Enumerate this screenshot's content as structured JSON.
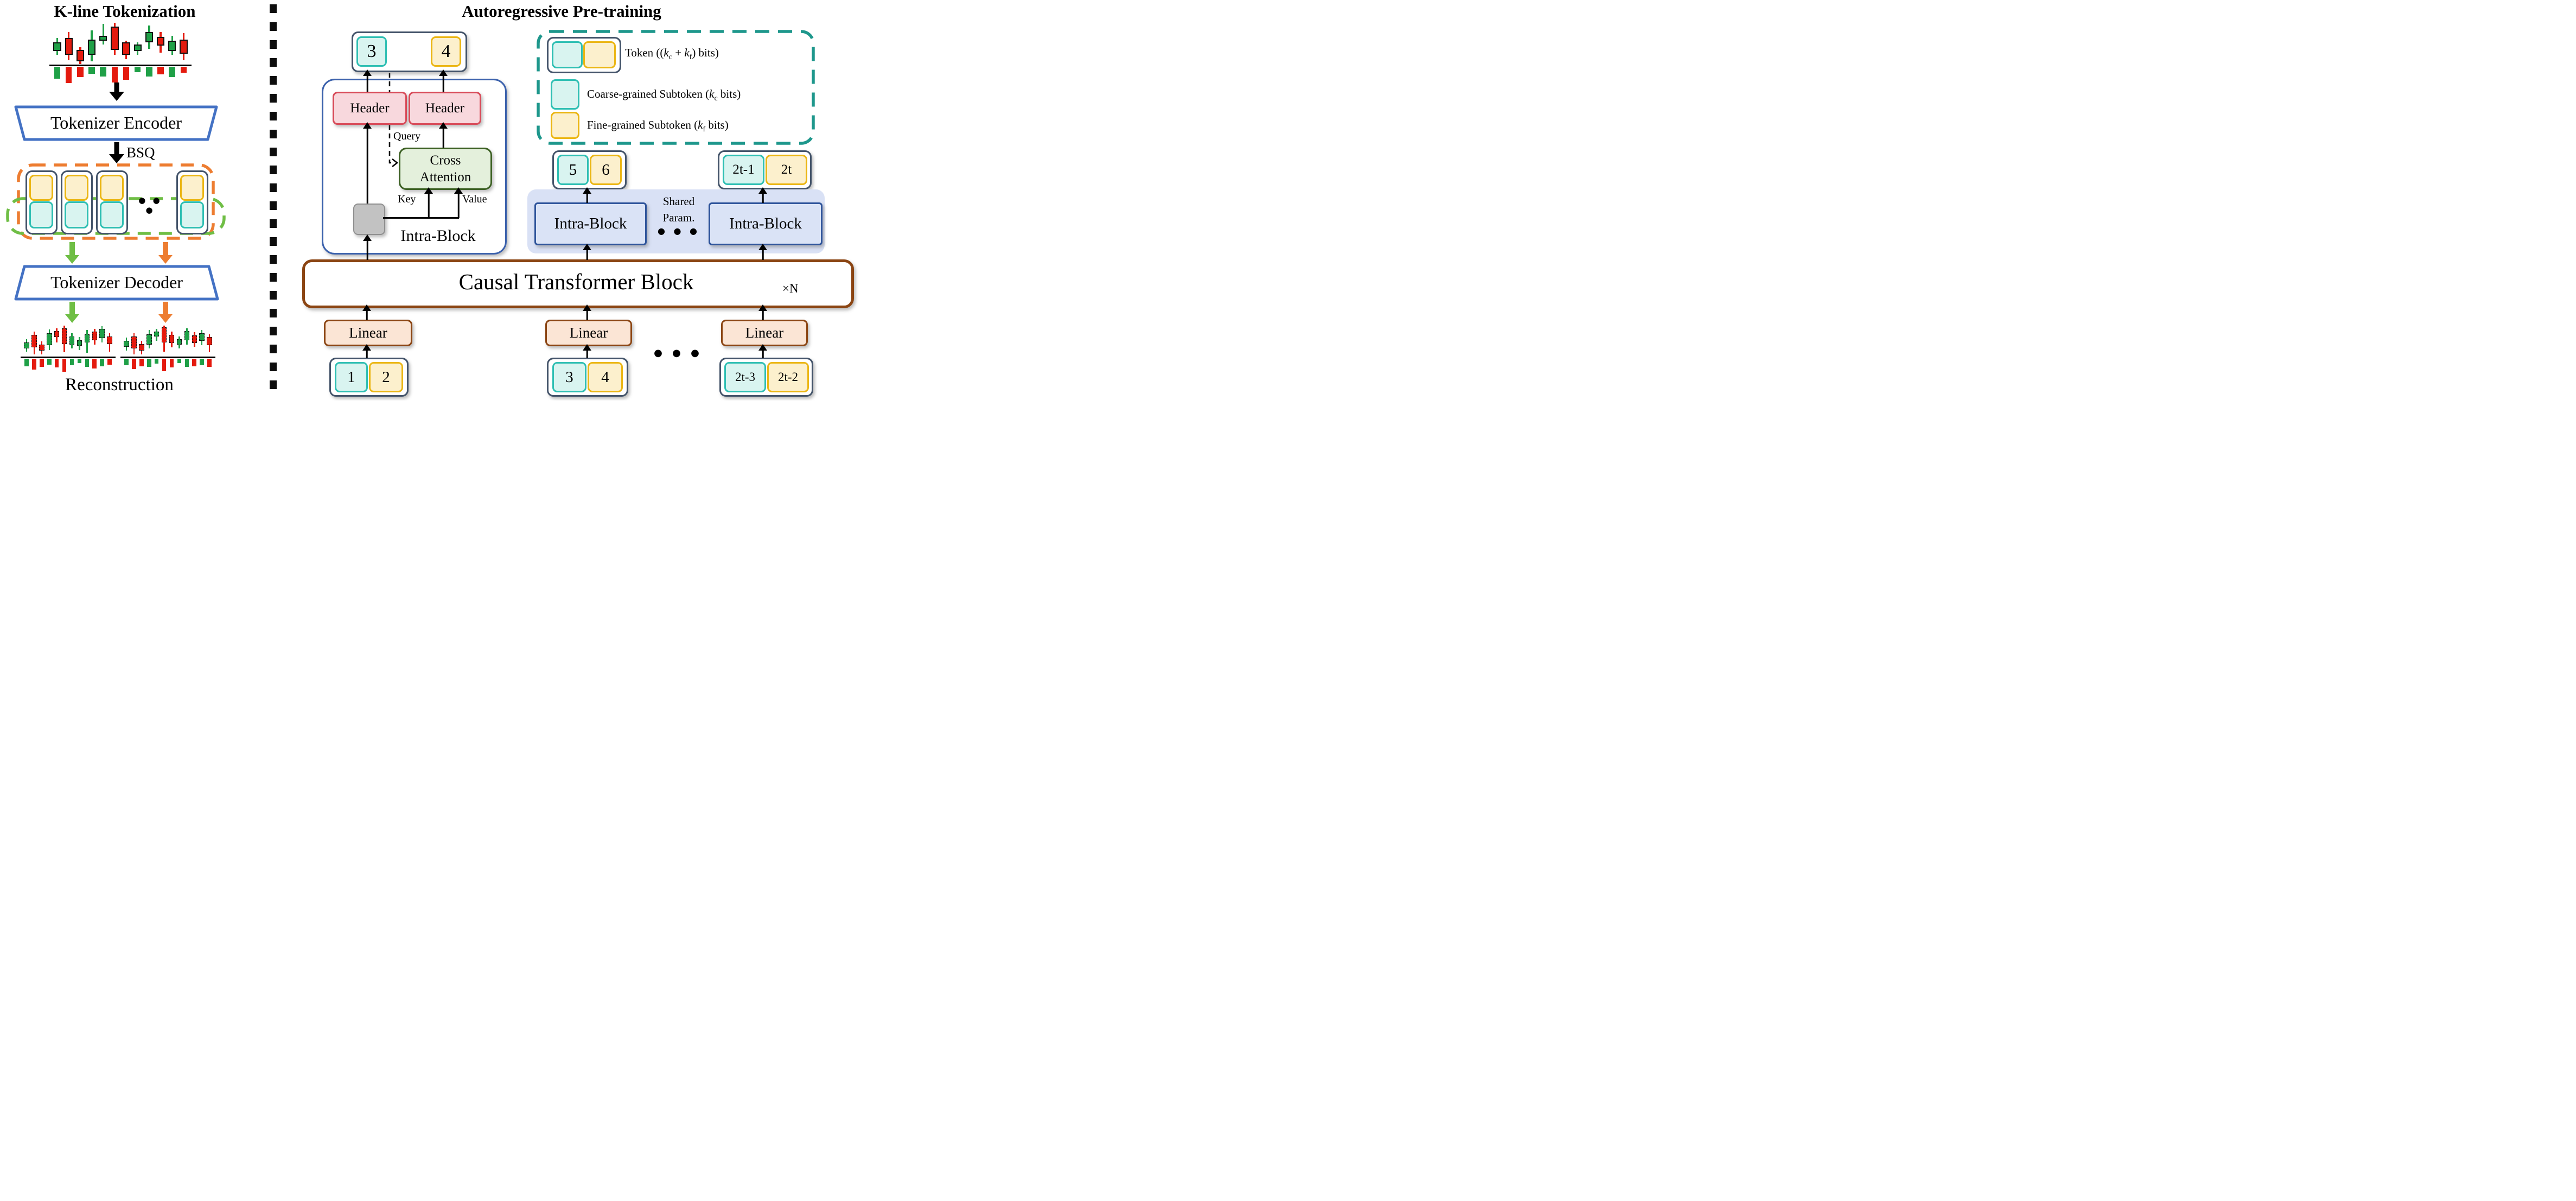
{
  "left": {
    "title": "K-line Tokenization",
    "encoder_label": "Tokenizer Encoder",
    "bsq_label": "BSQ",
    "decoder_label": "Tokenizer Decoder",
    "reconstruction_label": "Reconstruction",
    "tokens_ellipsis": "● ● ●"
  },
  "right": {
    "title": "Autoregressive Pre-training",
    "top_token": {
      "coarse": "3",
      "fine": "4"
    },
    "header_left": "Header",
    "header_right": "Header",
    "query_label": "Query",
    "key_label": "Key",
    "value_label": "Value",
    "cross_attention_line1": "Cross",
    "cross_attention_line2": "Attention",
    "intra_block_caption": "Intra-Block",
    "legend": {
      "token_pre": "Token ((",
      "k1": "k",
      "s1": "c",
      "token_mid": " + ",
      "k2": "k",
      "s2": "f",
      "token_post": ") bits)",
      "coarse_pre": "Coarse-grained Subtoken (",
      "k3": "k",
      "s3": "c",
      "coarse_post": " bits)",
      "fine_pre": "Fine-grained Subtoken (",
      "k4": "k",
      "s4": "f",
      "fine_post": " bits)"
    },
    "mid_tokens": [
      {
        "coarse": "5",
        "fine": "6"
      },
      {
        "coarse": "2t-1",
        "fine": "2t"
      }
    ],
    "shared_line1": "Shared",
    "shared_line2": "Param.",
    "shared_ellipsis": "● ● ●",
    "intra_block_box1": "Intra-Block",
    "intra_block_box2": "Intra-Block",
    "causal_label": "Causal Transformer Block",
    "xn_label": "×N",
    "linear1": "Linear",
    "linear2": "Linear",
    "linear3": "Linear",
    "bottom_tokens": [
      {
        "coarse": "1",
        "fine": "2"
      },
      {
        "coarse": "3",
        "fine": "4"
      },
      {
        "coarse": "2t-3",
        "fine": "2t-2"
      }
    ],
    "bottom_ellipsis": "● ● ●"
  },
  "colors": {
    "candle_green": "#1FA047",
    "candle_red": "#E41A0E",
    "accent_blue": "#4472C4",
    "dash_orange": "#ED7D31",
    "dash_green": "#6FBE45",
    "dash_teal": "#1E978C",
    "token_border": "#44546A",
    "coarse_fill": "#D9F4F0",
    "coarse_border": "#2FBFB3",
    "fine_fill": "#FCF0CD",
    "fine_border": "#EBB614",
    "header_fill": "#F8D8DD",
    "header_border": "#D84B59",
    "attention_fill": "#E4F0DC",
    "attention_border": "#3C6023",
    "brown": "#8B4513",
    "linear_fill": "#FBE5D5",
    "lavender": "#D9E1F5",
    "intra_fill": "#DAE3F6",
    "intra_border": "#2E549B"
  },
  "kline_charts": {
    "source": {
      "dashed": false,
      "candle_area_h": 76,
      "volume_area_h": 32,
      "candles": [
        {
          "t": "g",
          "bt": 47,
          "bb": 69,
          "wt": 37,
          "wb": 78,
          "v": 70
        },
        {
          "t": "r",
          "bt": 37,
          "bb": 78,
          "wt": 22,
          "wb": 91,
          "v": 95
        },
        {
          "t": "r",
          "bt": 66,
          "bb": 94,
          "wt": 59,
          "wb": 100,
          "v": 60
        },
        {
          "t": "g",
          "bt": 41,
          "bb": 78,
          "wt": 19,
          "wb": 94,
          "v": 40
        },
        {
          "t": "g",
          "bt": 31,
          "bb": 44,
          "wt": 3,
          "wb": 53,
          "v": 55
        },
        {
          "t": "r",
          "bt": 9,
          "bb": 66,
          "wt": 0,
          "wb": 78,
          "v": 90
        },
        {
          "t": "r",
          "bt": 47,
          "bb": 78,
          "wt": 44,
          "wb": 88,
          "v": 75
        },
        {
          "t": "g",
          "bt": 53,
          "bb": 69,
          "wt": 47,
          "wb": 78,
          "v": 30
        },
        {
          "t": "g",
          "bt": 22,
          "bb": 47,
          "wt": 6,
          "wb": 63,
          "v": 55
        },
        {
          "t": "r",
          "bt": 34,
          "bb": 56,
          "wt": 22,
          "wb": 72,
          "v": 45
        },
        {
          "t": "g",
          "bt": 44,
          "bb": 69,
          "wt": 31,
          "wb": 78,
          "v": 60
        },
        {
          "t": "r",
          "bt": 41,
          "bb": 75,
          "wt": 25,
          "wb": 91,
          "v": 35
        }
      ]
    },
    "recon_left": {
      "dashed": true,
      "candle_area_h": 56,
      "volume_area_h": 27,
      "candles": [
        {
          "t": "g",
          "bt": 55,
          "bb": 75,
          "wt": 45,
          "wb": 85,
          "v": 50
        },
        {
          "t": "r",
          "bt": 30,
          "bb": 72,
          "wt": 20,
          "wb": 95,
          "v": 75
        },
        {
          "t": "r",
          "bt": 62,
          "bb": 82,
          "wt": 52,
          "wb": 95,
          "v": 55
        },
        {
          "t": "g",
          "bt": 25,
          "bb": 65,
          "wt": 12,
          "wb": 80,
          "v": 40
        },
        {
          "t": "r",
          "bt": 18,
          "bb": 38,
          "wt": 8,
          "wb": 55,
          "v": 60
        },
        {
          "t": "r",
          "bt": 8,
          "bb": 60,
          "wt": 0,
          "wb": 88,
          "v": 90
        },
        {
          "t": "g",
          "bt": 35,
          "bb": 62,
          "wt": 25,
          "wb": 75,
          "v": 45
        },
        {
          "t": "g",
          "bt": 48,
          "bb": 66,
          "wt": 38,
          "wb": 80,
          "v": 30
        },
        {
          "t": "g",
          "bt": 28,
          "bb": 55,
          "wt": 15,
          "wb": 90,
          "v": 55
        },
        {
          "t": "r",
          "bt": 20,
          "bb": 48,
          "wt": 10,
          "wb": 62,
          "v": 65
        },
        {
          "t": "g",
          "bt": 10,
          "bb": 42,
          "wt": 2,
          "wb": 55,
          "v": 50
        },
        {
          "t": "r",
          "bt": 35,
          "bb": 60,
          "wt": 25,
          "wb": 85,
          "v": 40
        }
      ]
    },
    "recon_right": {
      "dashed": true,
      "candle_area_h": 56,
      "volume_area_h": 27,
      "candles": [
        {
          "t": "g",
          "bt": 50,
          "bb": 70,
          "wt": 40,
          "wb": 82,
          "v": 45
        },
        {
          "t": "r",
          "bt": 35,
          "bb": 75,
          "wt": 25,
          "wb": 95,
          "v": 70
        },
        {
          "t": "r",
          "bt": 60,
          "bb": 82,
          "wt": 50,
          "wb": 95,
          "v": 50
        },
        {
          "t": "g",
          "bt": 28,
          "bb": 62,
          "wt": 15,
          "wb": 75,
          "v": 55
        },
        {
          "t": "g",
          "bt": 20,
          "bb": 35,
          "wt": 10,
          "wb": 50,
          "v": 35
        },
        {
          "t": "r",
          "bt": 5,
          "bb": 55,
          "wt": 0,
          "wb": 85,
          "v": 85
        },
        {
          "t": "r",
          "bt": 30,
          "bb": 58,
          "wt": 20,
          "wb": 72,
          "v": 60
        },
        {
          "t": "g",
          "bt": 45,
          "bb": 62,
          "wt": 35,
          "wb": 75,
          "v": 30
        },
        {
          "t": "g",
          "bt": 18,
          "bb": 48,
          "wt": 8,
          "wb": 62,
          "v": 55
        },
        {
          "t": "r",
          "bt": 32,
          "bb": 58,
          "wt": 22,
          "wb": 70,
          "v": 50
        },
        {
          "t": "g",
          "bt": 25,
          "bb": 50,
          "wt": 15,
          "wb": 65,
          "v": 45
        },
        {
          "t": "r",
          "bt": 38,
          "bb": 65,
          "wt": 28,
          "wb": 88,
          "v": 55
        }
      ]
    }
  }
}
